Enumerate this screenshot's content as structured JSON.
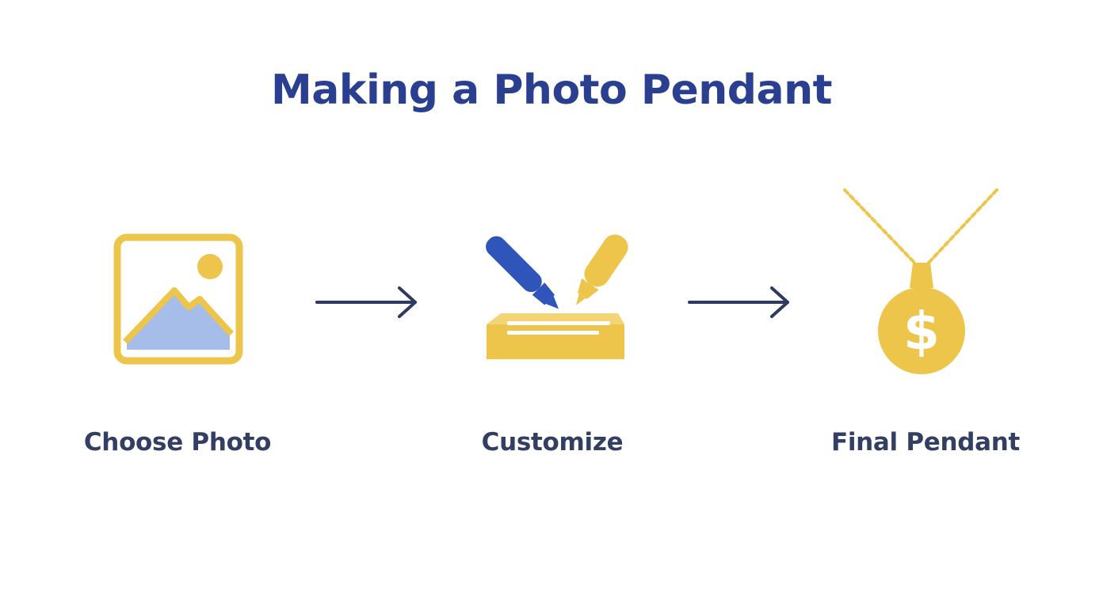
{
  "title": "Making a Photo Pendant",
  "steps": [
    {
      "label": "Choose Photo",
      "icon": "photo-icon"
    },
    {
      "label": "Customize",
      "icon": "pen-engraving-icon"
    },
    {
      "label": "Final Pendant",
      "icon": "pendant-necklace-icon"
    }
  ],
  "pendant_symbol": "$",
  "colors": {
    "title": "#2a3f8f",
    "label": "#333e63",
    "arrow": "#2f3a63",
    "gold": "#edc54a",
    "blue": "#2f55bb",
    "sky": "#a7bde9"
  }
}
